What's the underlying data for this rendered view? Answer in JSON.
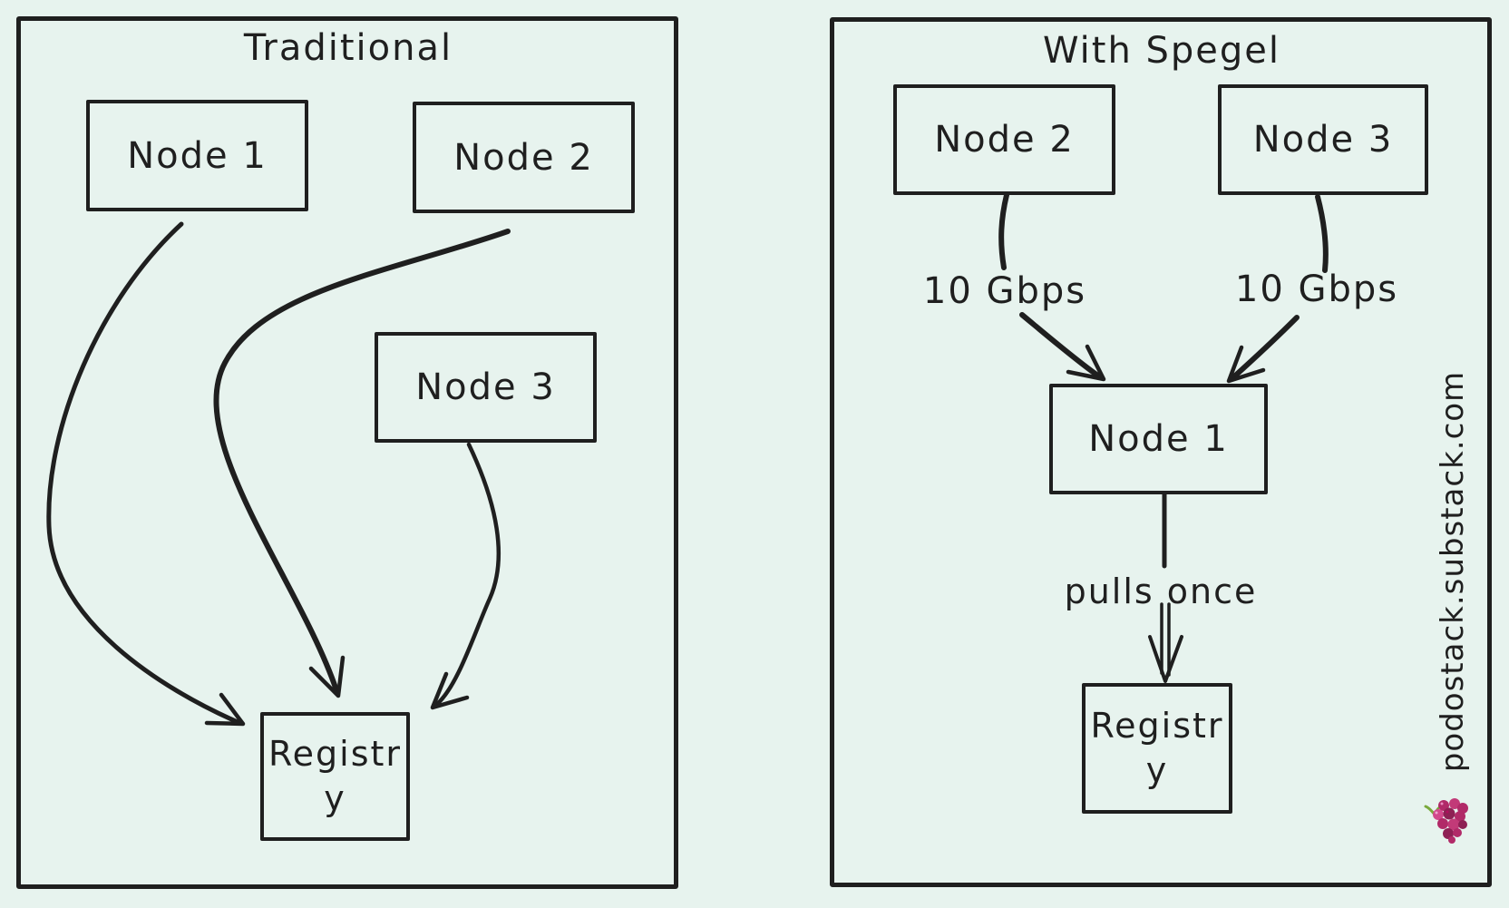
{
  "colors": {
    "background": "#e7f3ee",
    "ink": "#1f1f1f",
    "grape_berry": "#b12a68",
    "grape_berry_dark": "#8e2054",
    "grape_berry_light": "#d2488c",
    "grape_stem": "#7aa93c"
  },
  "left_panel": {
    "title": "Traditional",
    "node1_label": "Node 1",
    "node2_label": "Node 2",
    "node3_label": "Node 3",
    "registry_label": "Registry",
    "edges": [
      {
        "from": "Node 1",
        "to": "Registry"
      },
      {
        "from": "Node 2",
        "to": "Registry"
      },
      {
        "from": "Node 3",
        "to": "Registry"
      }
    ]
  },
  "right_panel": {
    "title": "With Spegel",
    "node2_label": "Node 2",
    "node3_label": "Node 3",
    "node1_label": "Node 1",
    "registry_label": "Registry",
    "link_label_left": "10 Gbps",
    "link_label_right": "10 Gbps",
    "pull_label": "pulls once",
    "edges": [
      {
        "from": "Node 2",
        "to": "Node 1",
        "label": "10 Gbps"
      },
      {
        "from": "Node 3",
        "to": "Node 1",
        "label": "10 Gbps"
      },
      {
        "from": "Node 1",
        "to": "Registry",
        "label": "pulls once"
      }
    ]
  },
  "watermark": {
    "text": "podostack.substack.com",
    "icon": "grapes-icon"
  }
}
